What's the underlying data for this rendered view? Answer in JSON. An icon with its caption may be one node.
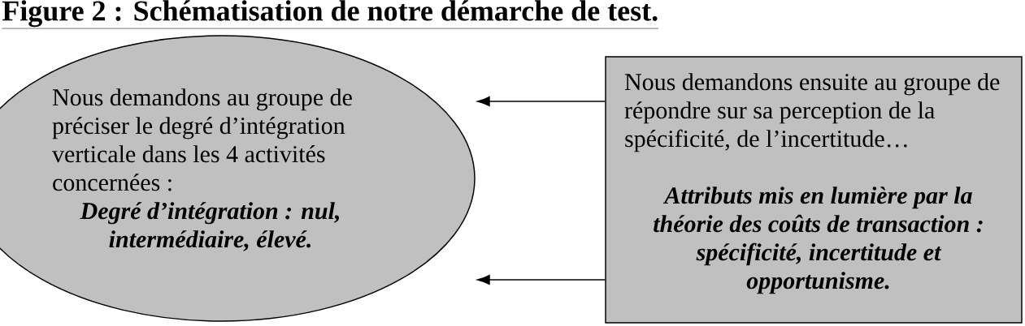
{
  "diagram": {
    "title": "Figure 2 : Schématisation de notre démarche de test.",
    "nodes": [
      {
        "text": [
          "Nous demandons au groupe de préciser le degré d’intégration verticale dans les 4 activités concernées :",
          "Degré d’intégration : nul, intermédiaire, élevé."
        ]
      },
      {
        "text": [
          "Nous demandons ensuite au groupe de répondre sur sa perception de la spécificité, de l’incertitude…",
          "Attributs mis en lumière par la théorie des coûts de transaction : spécificité, incertitude et opportunisme."
        ]
      }
    ],
    "edges": [
      {
        "from": 1,
        "to": 0,
        "arrow": "to"
      },
      {
        "from": 1,
        "to": 0,
        "arrow": "to"
      }
    ]
  }
}
